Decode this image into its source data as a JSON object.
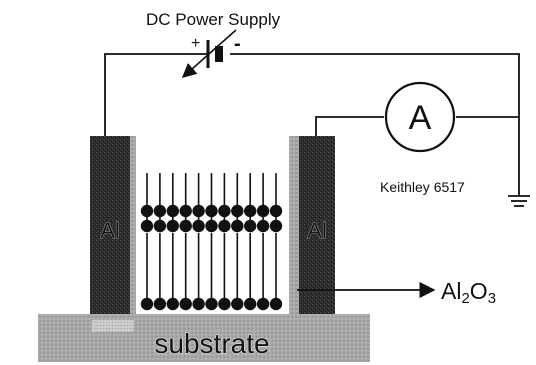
{
  "power_supply": {
    "label": "DC Power Supply",
    "plus": "+",
    "minus": "-"
  },
  "ammeter": {
    "symbol": "A"
  },
  "electrometer": {
    "label": "Keithley 6517"
  },
  "electrodes": {
    "left_label": "Al",
    "right_label": "Al"
  },
  "substrate": {
    "label": "substrate"
  },
  "oxide": {
    "formula_main": "Al",
    "formula_sub1": "2",
    "formula_mid": "O",
    "formula_sub2": "3"
  },
  "monolayer": {
    "columns": 11
  }
}
